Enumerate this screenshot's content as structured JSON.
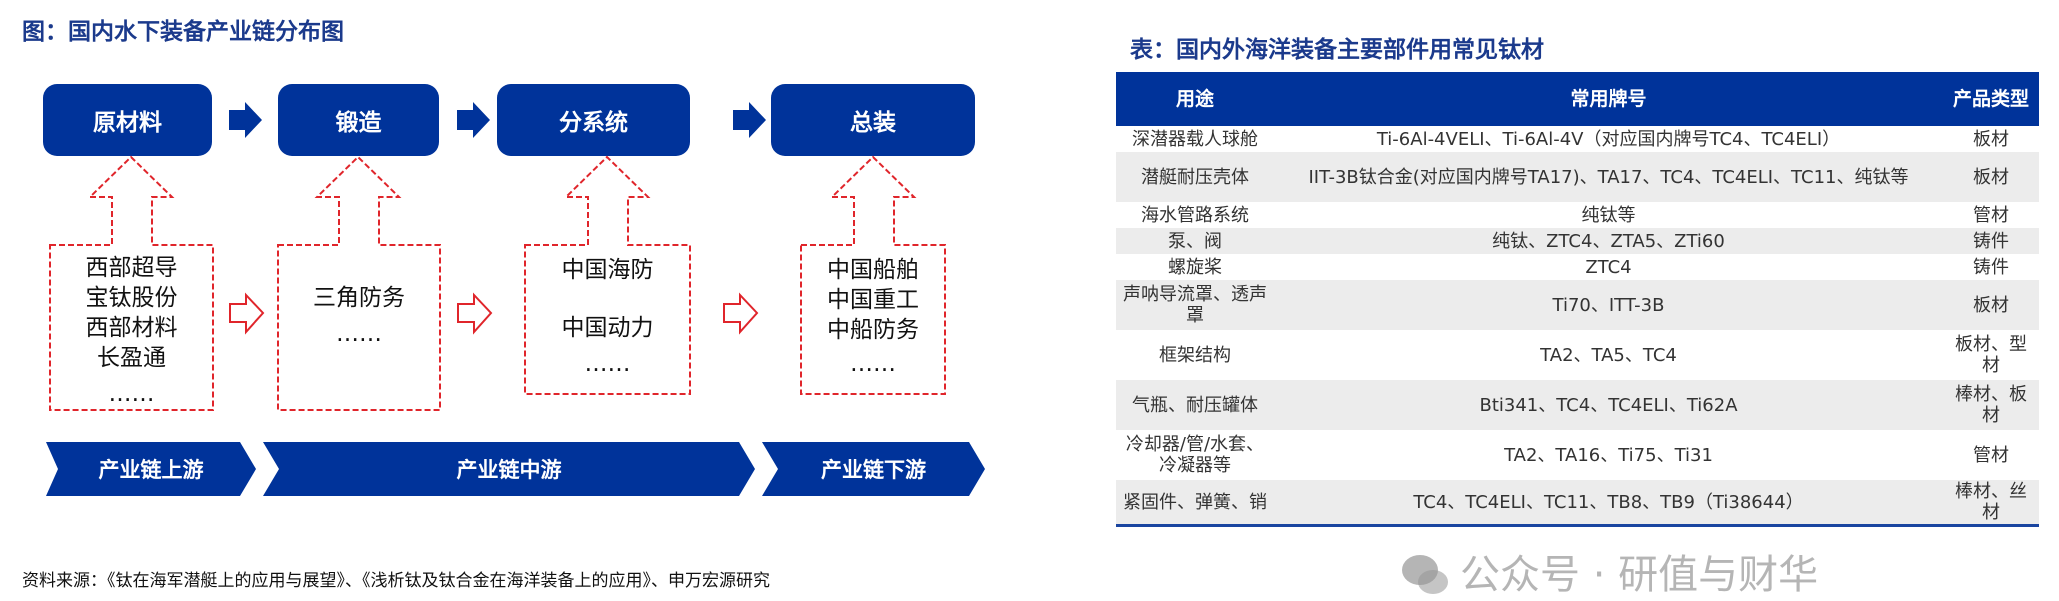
{
  "left": {
    "title": "图：国内水下装备产业链分布图",
    "stages": [
      "原材料",
      "锻造",
      "分系统",
      "总装"
    ],
    "companies": [
      [
        "西部超导",
        "宝钛股份",
        "西部材料",
        "长盈通",
        "……"
      ],
      [
        "三角防务",
        "……"
      ],
      [
        "中国海防",
        "中国动力",
        "……"
      ],
      [
        "中国船舶",
        "中国重工",
        "中船防务",
        "……"
      ]
    ],
    "chain": [
      "产业链上游",
      "产业链中游",
      "产业链下游"
    ],
    "source": "资料来源：《钛在海军潜艇上的应用与展望》、《浅析钛及钛合金在海洋装备上的应用》、申万宏源研究",
    "colors": {
      "blue": "#00339a",
      "red": "#e0252b"
    }
  },
  "right": {
    "title": "表：国内外海洋装备主要部件用常见钛材",
    "headers": [
      "用途",
      "常用牌号",
      "产品类型"
    ],
    "rows": [
      [
        "深潜器载人球舱",
        "Ti-6Al-4VELI、Ti-6Al-4V（对应国内牌号TC4、TC4ELI）",
        "板材"
      ],
      [
        "潜艇耐压壳体",
        "IIT-3B钛合金(对应国内牌号TA17)、TA17、TC4、TC4ELI、TC11、纯钛等",
        "板材"
      ],
      [
        "海水管路系统",
        "纯钛等",
        "管材"
      ],
      [
        "泵、阀",
        "纯钛、ZTC4、ZTA5、ZTi60",
        "铸件"
      ],
      [
        "螺旋桨",
        "ZTC4",
        "铸件"
      ],
      [
        "声呐导流罩、透声罩",
        "Ti70、ITT-3B",
        "板材"
      ],
      [
        "框架结构",
        "TA2、TA5、TC4",
        "板材、型材"
      ],
      [
        "气瓶、耐压罐体",
        "Bti341、TC4、TC4ELI、Ti62A",
        "棒材、板材"
      ],
      [
        "冷却器/管/水套、冷凝器等",
        "TA2、TA16、Ti75、Ti31",
        "管材"
      ],
      [
        "紧固件、弹簧、销",
        "TC4、TC4ELI、TC11、TB8、TB9（Ti38644）",
        "棒材、丝材"
      ]
    ],
    "watermark": "公众号 · 研值与财华"
  }
}
